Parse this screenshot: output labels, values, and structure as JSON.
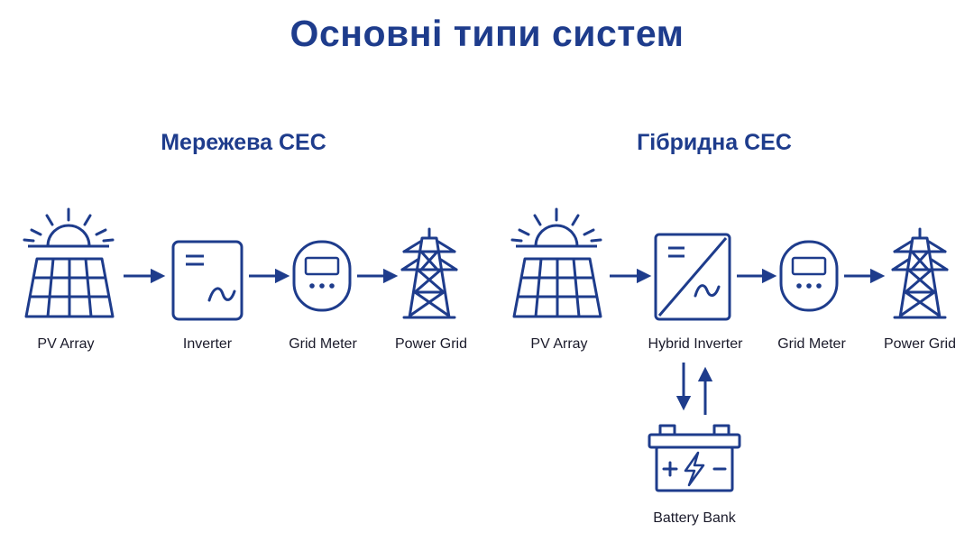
{
  "title": "Основні типи систем",
  "grid_system": {
    "title": "Мережева СЕС",
    "nodes": [
      "PV Array",
      "Inverter",
      "Grid Meter",
      "Power Grid"
    ]
  },
  "hybrid_system": {
    "title": "Гібридна СЕС",
    "nodes": [
      "PV Array",
      "Hybrid Inverter",
      "Grid Meter",
      "Power Grid"
    ],
    "battery": "Battery Bank"
  },
  "icons": {
    "solar_panel": "solar-panel-icon",
    "inverter": "inverter-icon",
    "hybrid_inverter": "hybrid-inverter-icon",
    "meter": "meter-icon",
    "tower": "power-tower-icon",
    "battery": "battery-icon"
  },
  "colors": {
    "primary": "#1e3c8c",
    "text": "#1a1a2a"
  }
}
